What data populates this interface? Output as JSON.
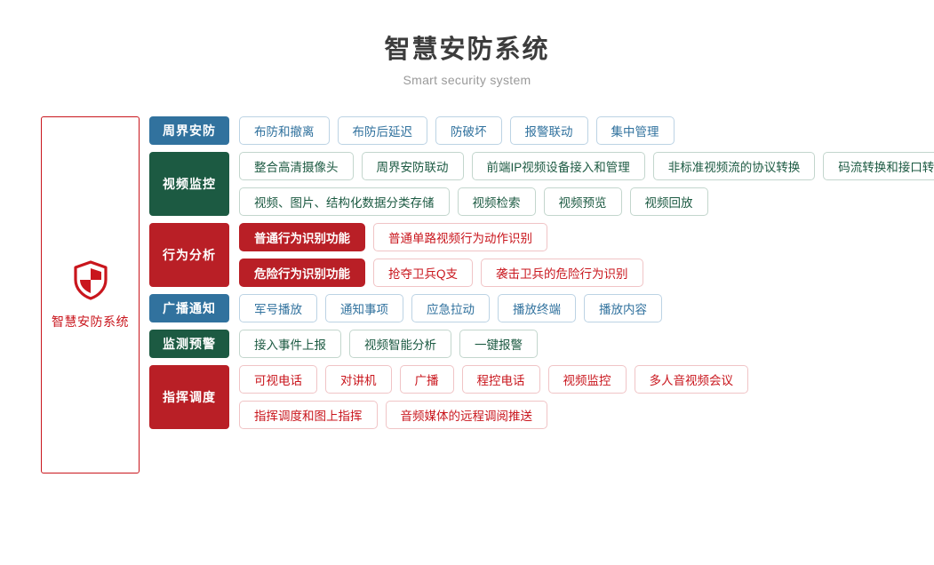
{
  "header": {
    "title": "智慧安防系统",
    "subtitle": "Smart security system"
  },
  "brand": {
    "icon": "shield-icon",
    "name": "智慧安防系统",
    "color": "#c9161d"
  },
  "colors": {
    "blue": "#31729e",
    "green": "#1c5a42",
    "red": "#b91f26",
    "brand_red": "#c9161d",
    "title": "#3c3c3c",
    "subtitle": "#9a9a9a"
  },
  "categories": [
    {
      "label": "周界安防",
      "theme": "blue",
      "lines": [
        [
          {
            "label": "布防和撤离",
            "style": "outline"
          },
          {
            "label": "布防后延迟",
            "style": "outline"
          },
          {
            "label": "防破坏",
            "style": "outline"
          },
          {
            "label": "报警联动",
            "style": "outline"
          },
          {
            "label": "集中管理",
            "style": "outline"
          }
        ]
      ]
    },
    {
      "label": "视频监控",
      "theme": "green",
      "lines": [
        [
          {
            "label": "整合高清摄像头",
            "style": "outline"
          },
          {
            "label": "周界安防联动",
            "style": "outline"
          },
          {
            "label": "前端IP视频设备接入和管理",
            "style": "outline"
          },
          {
            "label": "非标准视频流的协议转换",
            "style": "outline"
          },
          {
            "label": "码流转换和接口转换",
            "style": "outline"
          }
        ],
        [
          {
            "label": "视频、图片、结构化数据分类存储",
            "style": "outline"
          },
          {
            "label": "视频检索",
            "style": "outline"
          },
          {
            "label": "视频预览",
            "style": "outline"
          },
          {
            "label": "视频回放",
            "style": "outline"
          }
        ]
      ]
    },
    {
      "label": "行为分析",
      "theme": "red",
      "lines": [
        [
          {
            "label": "普通行为识别功能",
            "style": "solid"
          },
          {
            "label": "普通单路视频行为动作识别",
            "style": "outline"
          }
        ],
        [
          {
            "label": "危险行为识别功能",
            "style": "solid"
          },
          {
            "label": "抢夺卫兵Q支",
            "style": "outline"
          },
          {
            "label": "袭击卫兵的危险行为识别",
            "style": "outline"
          }
        ]
      ]
    },
    {
      "label": "广播通知",
      "theme": "blue",
      "lines": [
        [
          {
            "label": "军号播放",
            "style": "outline"
          },
          {
            "label": "通知事项",
            "style": "outline"
          },
          {
            "label": "应急拉动",
            "style": "outline"
          },
          {
            "label": "播放终端",
            "style": "outline"
          },
          {
            "label": "播放内容",
            "style": "outline"
          }
        ]
      ]
    },
    {
      "label": "监测预警",
      "theme": "green",
      "lines": [
        [
          {
            "label": "接入事件上报",
            "style": "outline"
          },
          {
            "label": "视频智能分析",
            "style": "outline"
          },
          {
            "label": "一键报警",
            "style": "outline"
          }
        ]
      ]
    },
    {
      "label": "指挥调度",
      "theme": "red",
      "lines": [
        [
          {
            "label": "可视电话",
            "style": "outline"
          },
          {
            "label": "对讲机",
            "style": "outline"
          },
          {
            "label": "广播",
            "style": "outline"
          },
          {
            "label": "程控电话",
            "style": "outline"
          },
          {
            "label": "视频监控",
            "style": "outline"
          },
          {
            "label": "多人音视频会议",
            "style": "outline"
          }
        ],
        [
          {
            "label": "指挥调度和图上指挥",
            "style": "outline"
          },
          {
            "label": "音频媒体的远程调阅推送",
            "style": "outline"
          }
        ]
      ]
    }
  ]
}
